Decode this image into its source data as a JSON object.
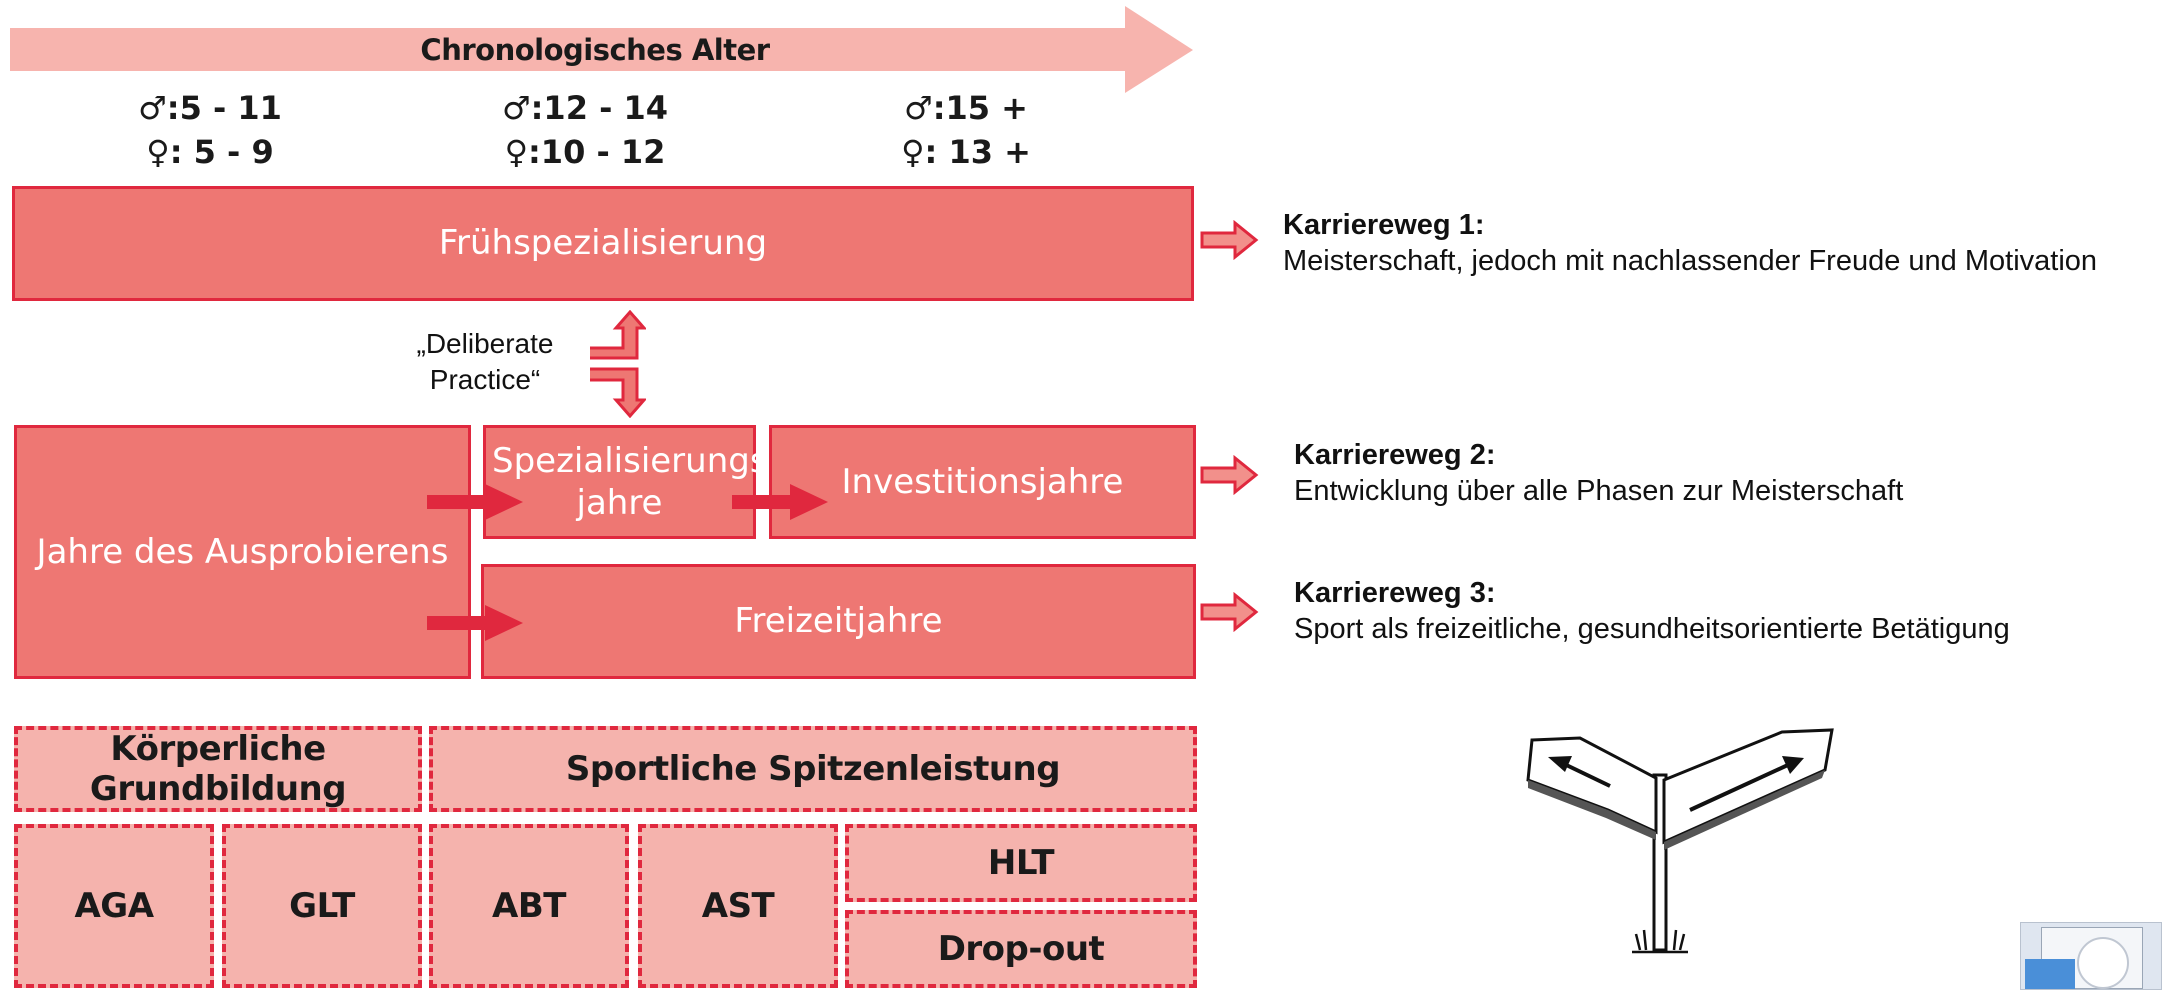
{
  "header": {
    "title": "Chronologisches Alter"
  },
  "age_groups": [
    {
      "male_symbol": "♂",
      "male": ":5 - 11",
      "female_symbol": "♀",
      "female": ": 5 - 9"
    },
    {
      "male_symbol": "♂",
      "male": ":12 - 14",
      "female_symbol": "♀",
      "female": ":10 - 12"
    },
    {
      "male_symbol": "♂",
      "male": ":15 +",
      "female_symbol": "♀",
      "female": ": 13 +"
    }
  ],
  "stages": {
    "early": "Frühspezialisierung",
    "deliberate": "„Deliberate Practice“",
    "sampling": "Jahre des Ausprobierens",
    "specializing": "Spezialisierungs-jahre",
    "investment": "Investitionsjahre",
    "recreational": "Freizeitjahre"
  },
  "categories": {
    "basic": "Körperliche Grundbildung",
    "elite": "Sportliche Spitzenleistung",
    "phases": [
      "AGA",
      "GLT",
      "ABT",
      "AST",
      "HLT",
      "Drop-out"
    ]
  },
  "career_paths": [
    {
      "title": "Karriereweg 1:",
      "text": "Meisterschaft, jedoch mit nachlassender Freude und Motivation"
    },
    {
      "title": "Karriereweg 2:",
      "text": "Entwicklung über alle Phasen zur Meisterschaft"
    },
    {
      "title": "Karriereweg 3:",
      "text": "Sport als freizeitliche, gesundheitsorientierte Betätigung"
    }
  ],
  "colors": {
    "block_fill": "#ee7773",
    "block_border": "#e0283e",
    "dashed_fill": "#f5b3ad",
    "header_arrow": "#f7b4ae",
    "arrow_red": "#e0283e"
  }
}
